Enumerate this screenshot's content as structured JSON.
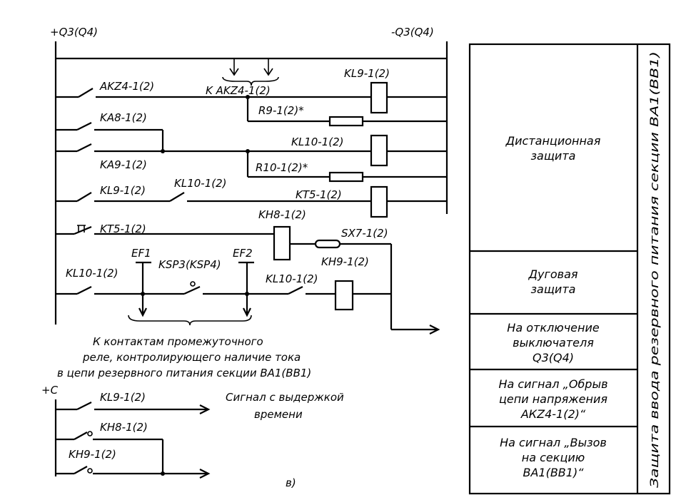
{
  "bus": {
    "plus": "+Q3(Q4)",
    "minus": "-Q3(Q4)",
    "plus_c": "+C"
  },
  "labels": {
    "akz_contact": "AKZ4-1(2)",
    "k_akz": "K AKZ4-1(2)",
    "kl9_coil": "KL9-1(2)",
    "r9": "R9-1(2)*",
    "ka8": "KA8-1(2)",
    "kl10_coil": "KL10-1(2)",
    "ka9": "KA9-1(2)",
    "r10": "R10-1(2)*",
    "kl9_contact": "KL9-1(2)",
    "kl10_contact": "KL10-1(2)",
    "kt5_coil": "KT5-1(2)",
    "kt5_contact": "KT5-1(2)",
    "kh8_coil": "KH8-1(2)",
    "sx7": "SX7-1(2)",
    "kh9_coil": "KH9-1(2)",
    "ef1": "EF1",
    "ef2": "EF2",
    "ksp3": "KSP3(KSP4)",
    "kl10_contact_left": "KL10-1(2)",
    "kl10_contact_right": "KL10-1(2)",
    "kl9_signal": "KL9-1(2)",
    "kh8_signal": "KH8-1(2)",
    "kh9_signal": "KH9-1(2)"
  },
  "caption": {
    "line1": "К контактам промежуточного",
    "line2": "реле, контролирующего наличие тока",
    "line3": "в цепи резервного питания секции ВА1(ВВ1)"
  },
  "signal_text": {
    "line1": "Сигнал с выдержкой",
    "line2": "времени"
  },
  "figure_letter": "в)",
  "table": {
    "side_label": "Защита ввода резервного питания секции ВА1(ВВ1)",
    "rows": [
      {
        "lines": [
          "Дистанционная",
          "защита"
        ]
      },
      {
        "lines": [
          "Дуговая",
          "защита"
        ]
      },
      {
        "lines": [
          "На отключение",
          "выключателя",
          "Q3(Q4)"
        ]
      },
      {
        "lines": [
          "На сигнал „Обрыв",
          "цепи напряжения",
          "АКZ4-1(2)“"
        ]
      },
      {
        "lines": [
          "На сигнал „Вызов",
          "на секцию",
          "ВА1(ВВ1)“"
        ]
      }
    ]
  }
}
